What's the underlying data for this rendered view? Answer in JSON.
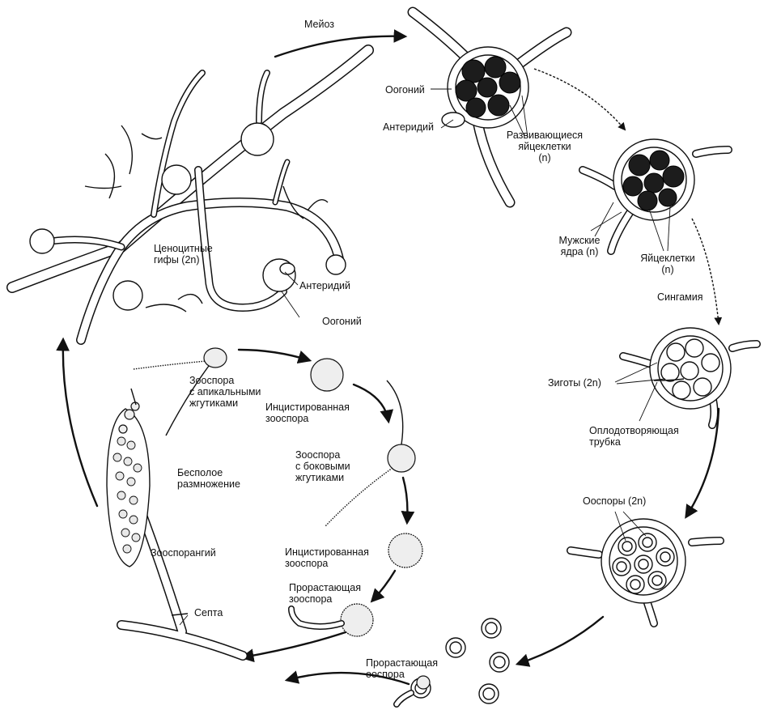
{
  "labels": {
    "meiosis": "Мейоз",
    "oogonium_top": "Оогоний",
    "antheridium_top": "Антеридий",
    "developing_eggs_1": "Развивающиеся",
    "developing_eggs_2": "яйцеклетки",
    "developing_eggs_3": "(n)",
    "male_nuclei_1": "Мужские",
    "male_nuclei_2": "ядра (n)",
    "eggs_1": "Яйцеклетки",
    "eggs_2": "(n)",
    "syngamy": "Сингамия",
    "zygotes": "Зиготы (2n)",
    "fert_tube_1": "Оплодотворяющая",
    "fert_tube_2": "трубка",
    "oospores": "Ооспоры (2n)",
    "germ_oospore_1": "Прорастающая",
    "germ_oospore_2": "ооспора",
    "coenocytic_1": "Ценоцитные",
    "coenocytic_2": "гифы (2n)",
    "antheridium_left": "Антеридий",
    "oogonium_left": "Оогоний",
    "zoospore_apical_1": "Зооспора",
    "zoospore_apical_2": "с апикальными",
    "zoospore_apical_3": "жгутиками",
    "encysted_1_1": "Инцистированная",
    "encysted_1_2": "зооспора",
    "zoospore_lateral_1": "Зооспора",
    "zoospore_lateral_2": "с боковыми",
    "zoospore_lateral_3": "жгутиками",
    "asexual_1": "Бесполое",
    "asexual_2": "размножение",
    "encysted_2_1": "Инцистированная",
    "encysted_2_2": "зооспора",
    "germ_zoospore_1": "Прорастающая",
    "germ_zoospore_2": "зооспора",
    "zoosporangium": "Зооспорангий",
    "septum": "Септа"
  }
}
